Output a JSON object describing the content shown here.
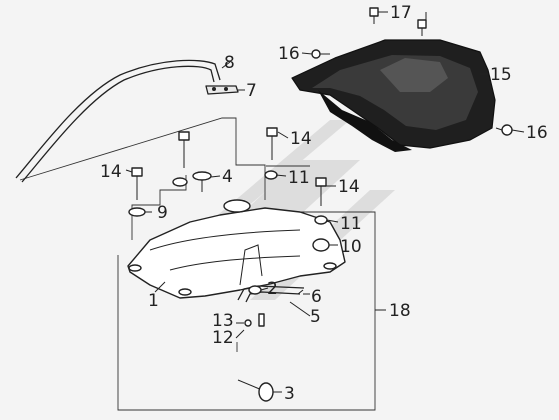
{
  "diagram": {
    "callouts": [
      {
        "id": "c1",
        "label": "1"
      },
      {
        "id": "c2",
        "label": "2"
      },
      {
        "id": "c3",
        "label": "3"
      },
      {
        "id": "c4",
        "label": "4"
      },
      {
        "id": "c5",
        "label": "5"
      },
      {
        "id": "c6",
        "label": "6"
      },
      {
        "id": "c7",
        "label": "7"
      },
      {
        "id": "c8",
        "label": "8"
      },
      {
        "id": "c9",
        "label": "9"
      },
      {
        "id": "c10",
        "label": "10"
      },
      {
        "id": "c11a",
        "label": "11"
      },
      {
        "id": "c11b",
        "label": "11"
      },
      {
        "id": "c12",
        "label": "12"
      },
      {
        "id": "c13",
        "label": "13"
      },
      {
        "id": "c14a",
        "label": "14"
      },
      {
        "id": "c14b",
        "label": "14"
      },
      {
        "id": "c14c",
        "label": "14"
      },
      {
        "id": "c15",
        "label": "15"
      },
      {
        "id": "c16a",
        "label": "16"
      },
      {
        "id": "c16b",
        "label": "16"
      },
      {
        "id": "c17",
        "label": "17"
      },
      {
        "id": "c18",
        "label": "18"
      }
    ],
    "colors": {
      "line": "#222222",
      "background": "#f4f4f4",
      "watermark": "#d4d4d4"
    }
  }
}
